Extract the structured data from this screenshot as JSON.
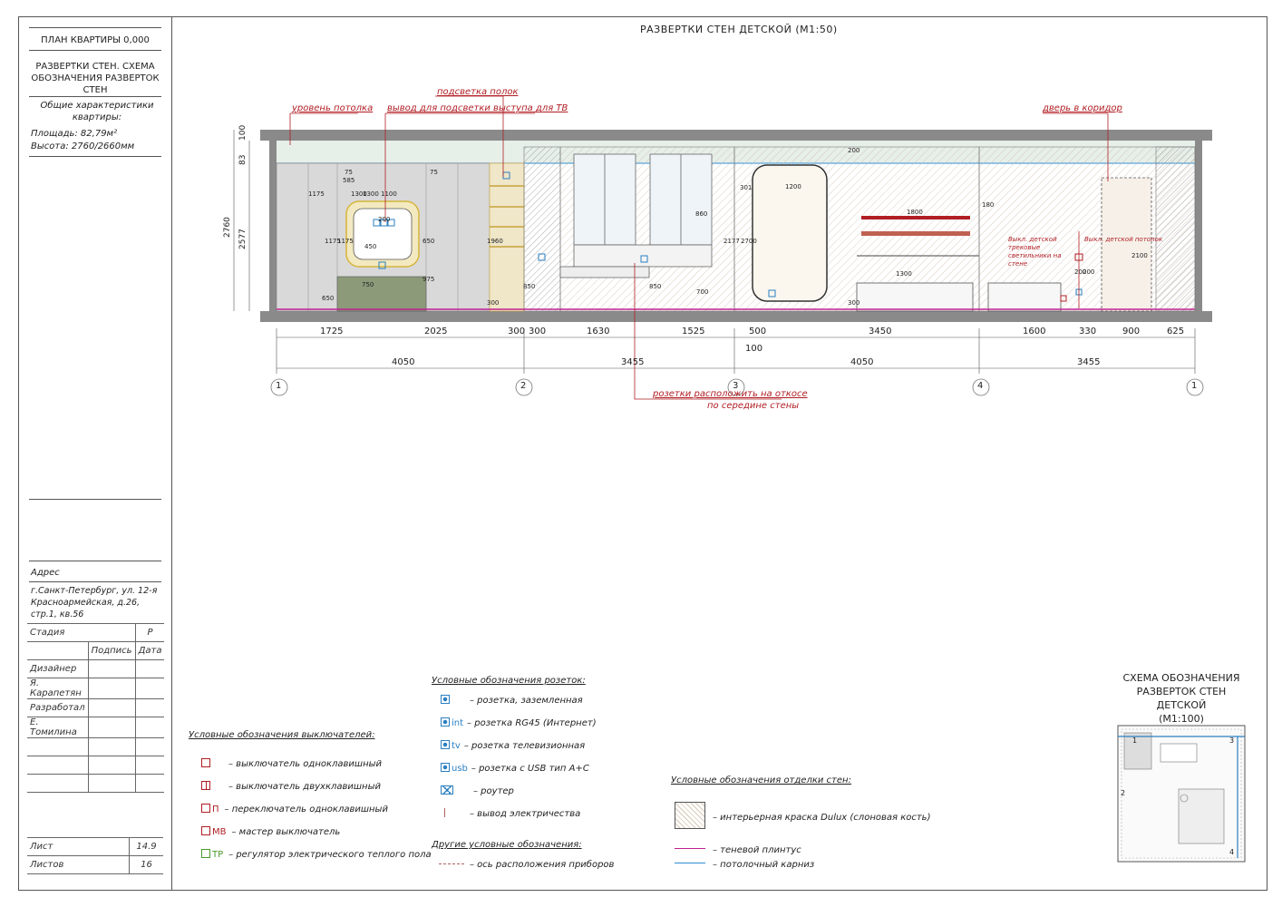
{
  "sidebar": {
    "plan_title": "ПЛАН КВАРТИРЫ 0,000",
    "sheet_title": "РАЗВЕРТКИ СТЕН. СХЕМА ОБОЗНАЧЕНИЯ РАЗВЕРТОК СТЕН",
    "characteristics_label": "Общие характеристики квартиры:",
    "area": "Площадь: 82,79м²",
    "height": "Высота: 2760/2660мм",
    "address_label": "Адрес",
    "address": "г.Санкт-Петербург, ул. 12-я Красноармейская, д.26, стр.1, кв.56",
    "stage_label": "Стадия",
    "stage_value": "Р",
    "signature_label": "Подпись",
    "date_label": "Дата",
    "designer_label": "Дизайнер",
    "designer_name": "Я. Карапетян",
    "developer_label": "Разработал",
    "developer_name": "Е. Томилина",
    "sheet_label": "Лист",
    "sheet_value": "14.9",
    "sheets_label": "Листов",
    "sheets_value": "16"
  },
  "drawing": {
    "main_title": "РАЗВЕРТКИ СТЕН ДЕТСКОЙ (М1:50)",
    "notes": {
      "ceiling_level": "уровень потолка",
      "shelf_light": "подсветка полок",
      "tv_outlet": "вывод для подсветки выступа для ТВ",
      "door_corridor": "дверь в коридор",
      "sockets_note_1": "розетки расположить на откосе",
      "sockets_note_2": "по середине стены",
      "switch_note_1": "Выкл. детской трековые светильники на стене",
      "switch_note_2": "Выкл. детской потолок"
    },
    "dims_bottom": [
      "1725",
      "2025",
      "300",
      "300",
      "1630",
      "1525",
      "500",
      "3450",
      "1600",
      "330",
      "900",
      "625"
    ],
    "dims_axes": [
      "4050",
      "3455",
      "4050",
      "3455"
    ],
    "dim_100": "100",
    "axes": [
      "1",
      "2",
      "3",
      "4",
      "1"
    ],
    "dims_left": [
      "100",
      "83",
      "2760",
      "2577"
    ],
    "dims_inner": [
      "1175",
      "1300",
      "1175",
      "1100",
      "75",
      "75",
      "585",
      "1175",
      "650",
      "650",
      "450",
      "200",
      "750",
      "975",
      "1300",
      "850",
      "300",
      "1960",
      "860",
      "2177",
      "700",
      "850",
      "2700",
      "301",
      "1200",
      "300",
      "1800",
      "1300",
      "180",
      "200",
      "200",
      "2100",
      "200"
    ]
  },
  "legend_switches": {
    "title": "Условные обозначения выключателей:",
    "items": [
      {
        "label": "– выключатель одноклавишный",
        "mark": ""
      },
      {
        "label": "– выключатель двухклавишный",
        "mark": ""
      },
      {
        "label": "– переключатель одноклавишный",
        "mark": "П"
      },
      {
        "label": "– мастер выключатель",
        "mark": "МВ"
      },
      {
        "label": "– регулятор электрического теплого пола",
        "mark": "ТР"
      }
    ]
  },
  "legend_sockets": {
    "title": "Условные обозначения розеток:",
    "items": [
      {
        "label": "– розетка, заземленная",
        "mark": ""
      },
      {
        "label": "– розетка RG45 (Интернет)",
        "mark": "int"
      },
      {
        "label": "– розетка телевизионная",
        "mark": "tv"
      },
      {
        "label": "– розетка с USB тип A+C",
        "mark": "usb"
      },
      {
        "label": "– роутер",
        "mark": ""
      },
      {
        "label": "– вывод электричества",
        "mark": ""
      }
    ]
  },
  "legend_other": {
    "title": "Другие условные обозначения:",
    "items": [
      {
        "label": "– ось расположения приборов"
      }
    ]
  },
  "legend_finish": {
    "title": "Условные обозначения отделки стен:",
    "items": [
      {
        "label": "– интерьерная краска Dulux (слоновая кость)"
      },
      {
        "label": "– теневой плинтус"
      },
      {
        "label": "– потолочный карниз"
      }
    ]
  },
  "scheme": {
    "title_line1": "СХЕМА ОБОЗНАЧЕНИЯ",
    "title_line2": "РАЗВЕРТОК СТЕН ДЕТСКОЙ",
    "title_line3": "(М1:100)",
    "labels": [
      "1",
      "2",
      "3",
      "4"
    ]
  },
  "colors": {
    "accent_red": "#b01e24",
    "socket_blue": "#2a7fc1",
    "green": "#4a9a2a",
    "plinth_magenta": "#c0208f",
    "cornice_blue": "#2c8fd6"
  }
}
